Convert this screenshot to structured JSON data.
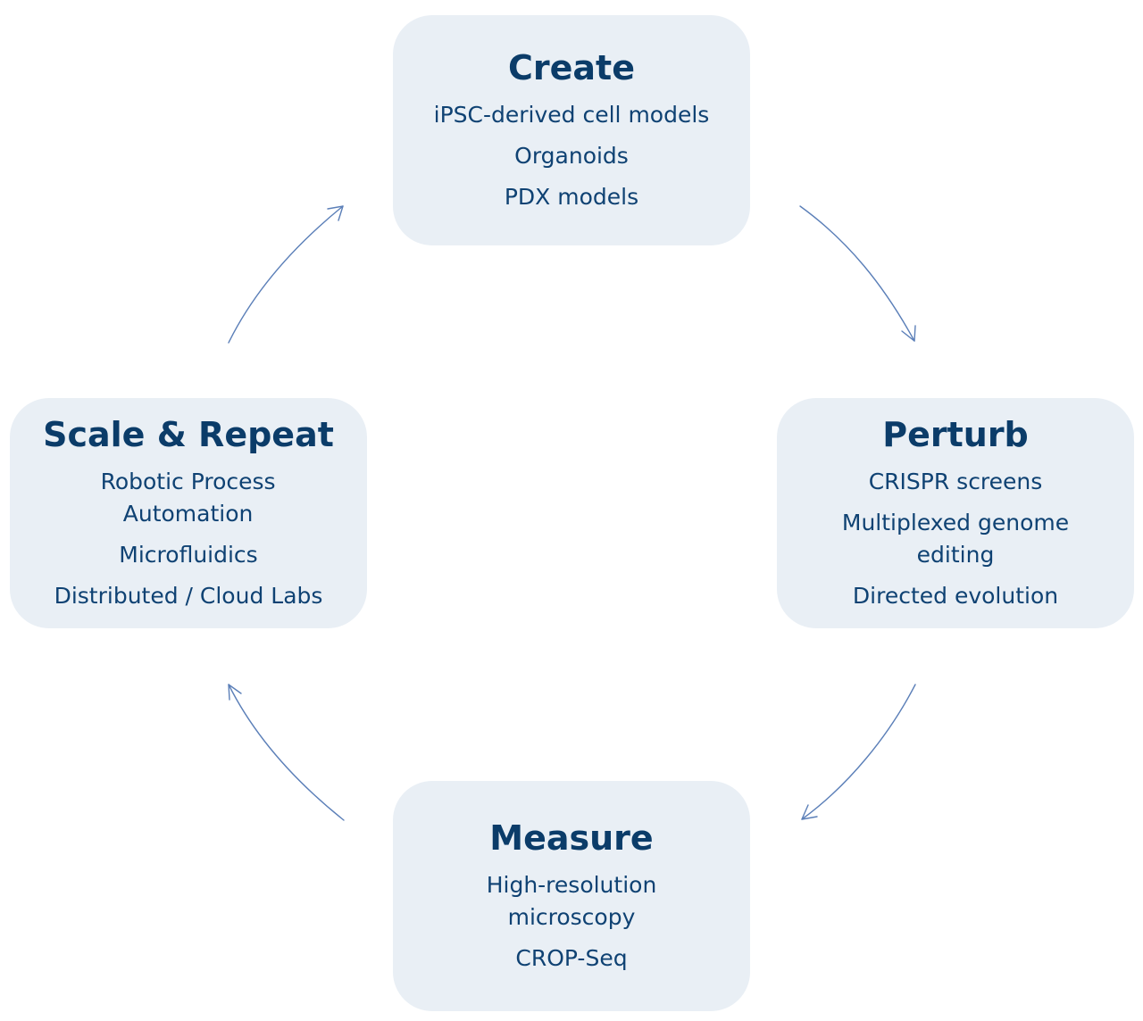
{
  "accent_color": "#0b3c69",
  "card_color": "#e9eff5",
  "arrow_color": "#5b7fb8",
  "stages": {
    "create": {
      "title": "Create",
      "items": [
        "iPSC-derived cell models",
        "Organoids",
        "PDX models"
      ]
    },
    "perturb": {
      "title": "Perturb",
      "items": [
        "CRISPR screens",
        "Multiplexed genome editing",
        "Directed evolution"
      ]
    },
    "measure": {
      "title": "Measure",
      "items": [
        "High-resolution microscopy",
        "CROP-Seq"
      ]
    },
    "scale": {
      "title": "Scale & Repeat",
      "items": [
        "Robotic Process Automation",
        "Microfluidics",
        "Distributed / Cloud Labs"
      ]
    }
  },
  "cycle_order": [
    "create",
    "perturb",
    "measure",
    "scale"
  ]
}
